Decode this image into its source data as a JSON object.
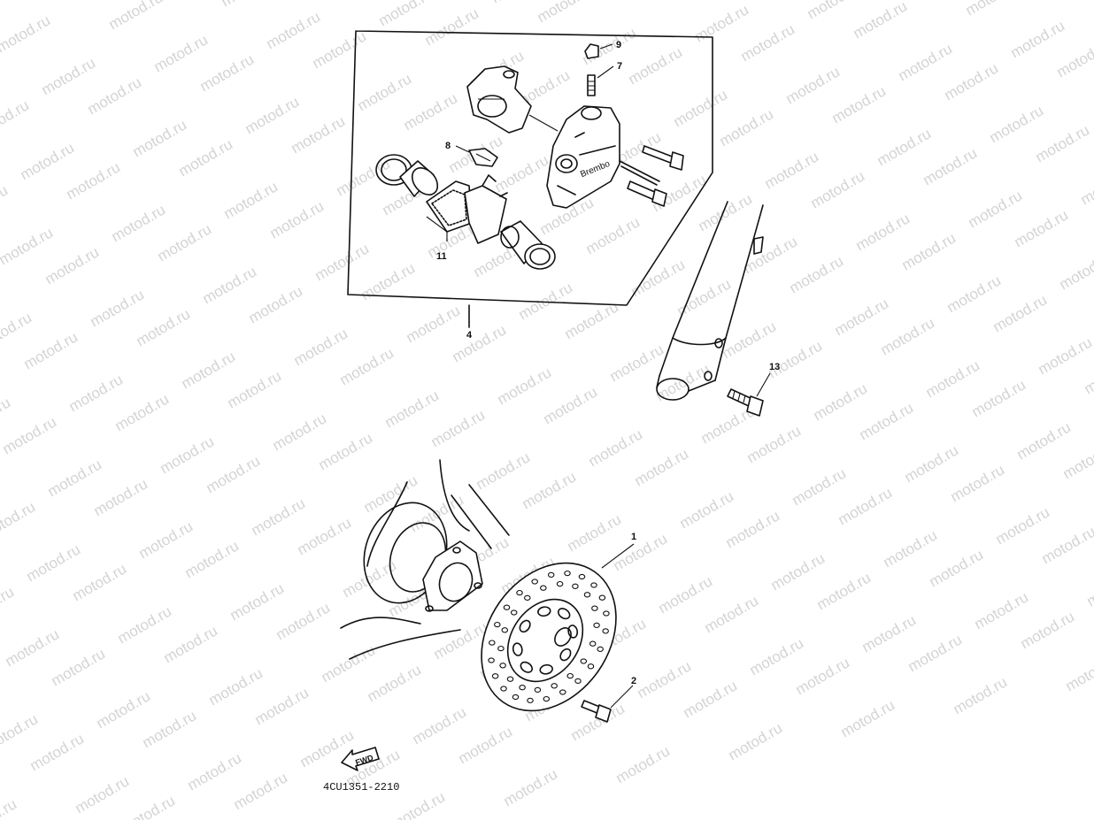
{
  "watermark": {
    "text": "motod.ru",
    "color": "#d4d4d4"
  },
  "callouts": [
    {
      "id": "1",
      "label": "1"
    },
    {
      "id": "2",
      "label": "2"
    },
    {
      "id": "4",
      "label": "4"
    },
    {
      "id": "7",
      "label": "7"
    },
    {
      "id": "8",
      "label": "8"
    },
    {
      "id": "9",
      "label": "9"
    },
    {
      "id": "11",
      "label": "11"
    },
    {
      "id": "13",
      "label": "13"
    }
  ],
  "caliper_brand": "Brembo",
  "fwd_label": "FWD",
  "diagram_code": "4CU1351-2210"
}
